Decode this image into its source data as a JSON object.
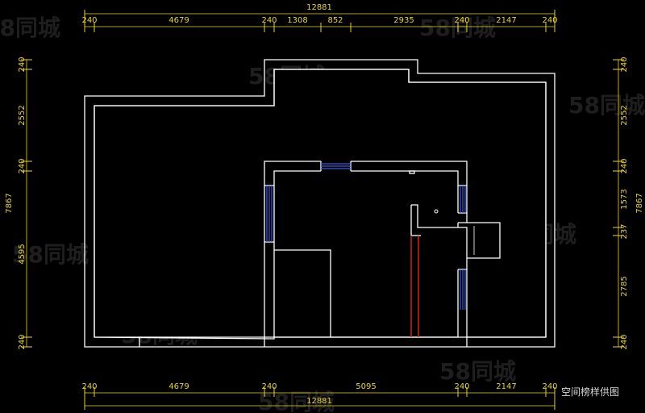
{
  "drawing": {
    "caption": "空间榜样供图",
    "watermark_text": "58同城",
    "colors": {
      "background": "#000000",
      "wall": "#ffffff",
      "dimension": "#e8d52a",
      "window": "#3a5bd8",
      "door_red": "#e02020"
    }
  },
  "dimensions": {
    "top_total": "12881",
    "top_segments": [
      "240",
      "4679",
      "240",
      "1308",
      "852",
      "2935",
      "240",
      "2147",
      "240"
    ],
    "bottom_segments": [
      "240",
      "4679",
      "240",
      "5095",
      "240",
      "2147",
      "240"
    ],
    "bottom_total": "12881",
    "left_total": "7867",
    "left_segments": [
      "240",
      "2552",
      "240",
      "4595",
      "240"
    ],
    "right_total": "7867",
    "right_segments": [
      "240",
      "2552",
      "240",
      "1573",
      "237",
      "2785",
      "240"
    ]
  }
}
